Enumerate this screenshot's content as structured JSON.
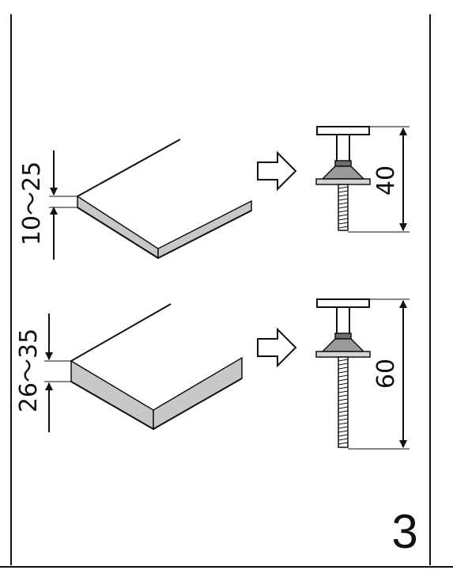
{
  "rows": [
    {
      "thickness_range": "10～25",
      "bolt_length": "40"
    },
    {
      "thickness_range": "26～35",
      "bolt_length": "60"
    }
  ],
  "page_number": "3",
  "colors": {
    "line": "#111111",
    "board_edge": "#c8c8c8",
    "metal_light": "#d4d4d4",
    "metal_mid": "#9a9a9a",
    "metal_dark": "#6e6e6e"
  },
  "icons": [
    "arrow-right-icon",
    "board-icon",
    "bolt-icon"
  ]
}
